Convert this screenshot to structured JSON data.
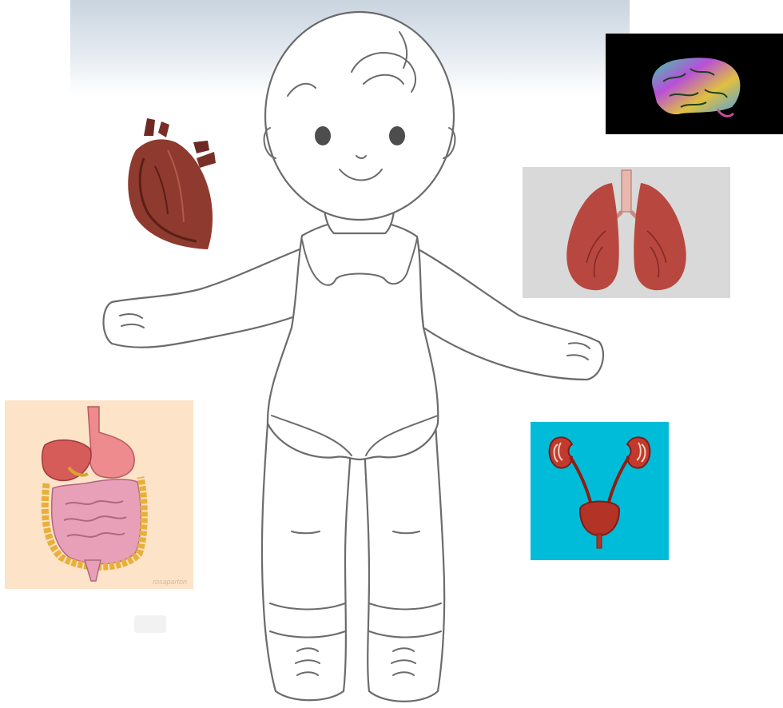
{
  "scene": {
    "background_color": "#ffffff",
    "outline_color": "#6b6b6b",
    "sky_color": "#c9d4df"
  },
  "organs": [
    {
      "name": "brain",
      "icon": "brain-icon",
      "card_color": "#000000"
    },
    {
      "name": "heart",
      "icon": "heart-icon",
      "card_color": "#ffffff"
    },
    {
      "name": "lungs",
      "icon": "lungs-icon",
      "card_color": "#d9d9d9"
    },
    {
      "name": "digestive-system",
      "icon": "digestive-system-icon",
      "card_color": "#fde3c8"
    },
    {
      "name": "urinary-system",
      "icon": "kidneys-bladder-icon",
      "card_color": "#00bcd8"
    }
  ],
  "digestive_card": {
    "watermark": "rosaparton"
  }
}
